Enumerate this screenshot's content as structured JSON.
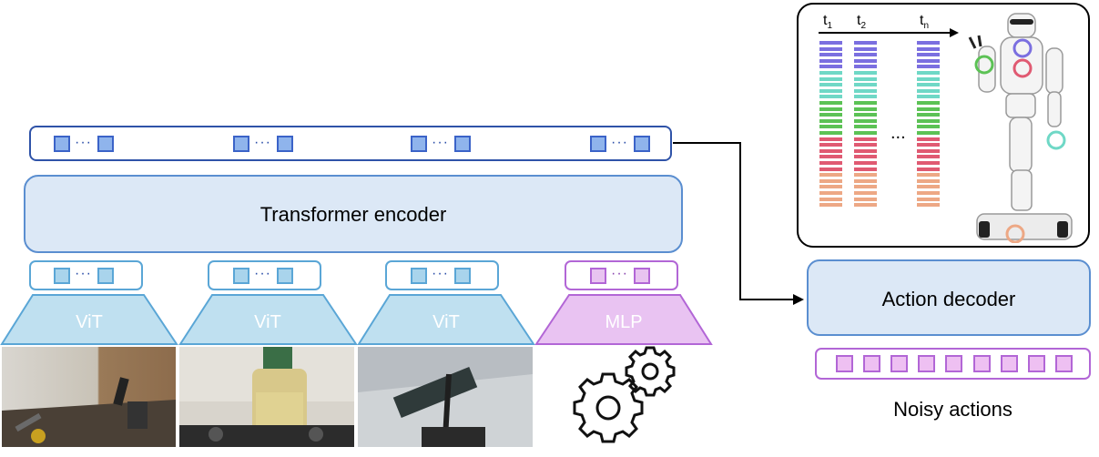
{
  "encoder": {
    "label": "Transformer encoder",
    "token_dots": "···"
  },
  "decoder": {
    "label": "Action decoder"
  },
  "noisy_actions": {
    "label": "Noisy actions"
  },
  "backbones": [
    {
      "label": "ViT"
    },
    {
      "label": "ViT"
    },
    {
      "label": "ViT"
    },
    {
      "label": "MLP"
    }
  ],
  "action_plot": {
    "time_labels": [
      {
        "base": "t",
        "sub": "1"
      },
      {
        "base": "t",
        "sub": "2"
      },
      {
        "base": "t",
        "sub": "n"
      }
    ],
    "ellipsis": "...",
    "groups": [
      {
        "name": "head",
        "color": "#7b6fe0"
      },
      {
        "name": "left-arm",
        "color": "#6fd8c6"
      },
      {
        "name": "right-arm",
        "color": "#5cc255"
      },
      {
        "name": "torso",
        "color": "#e05a72"
      },
      {
        "name": "base",
        "color": "#eda885"
      }
    ]
  },
  "colors": {
    "encoder_fill": "#dce8f6",
    "encoder_border": "#5a8ed0",
    "token_border": "#2f53a8",
    "vit_fill": "#bfe0f0",
    "mlp_fill": "#e9c3f2",
    "mlp_border": "#b266d6"
  }
}
